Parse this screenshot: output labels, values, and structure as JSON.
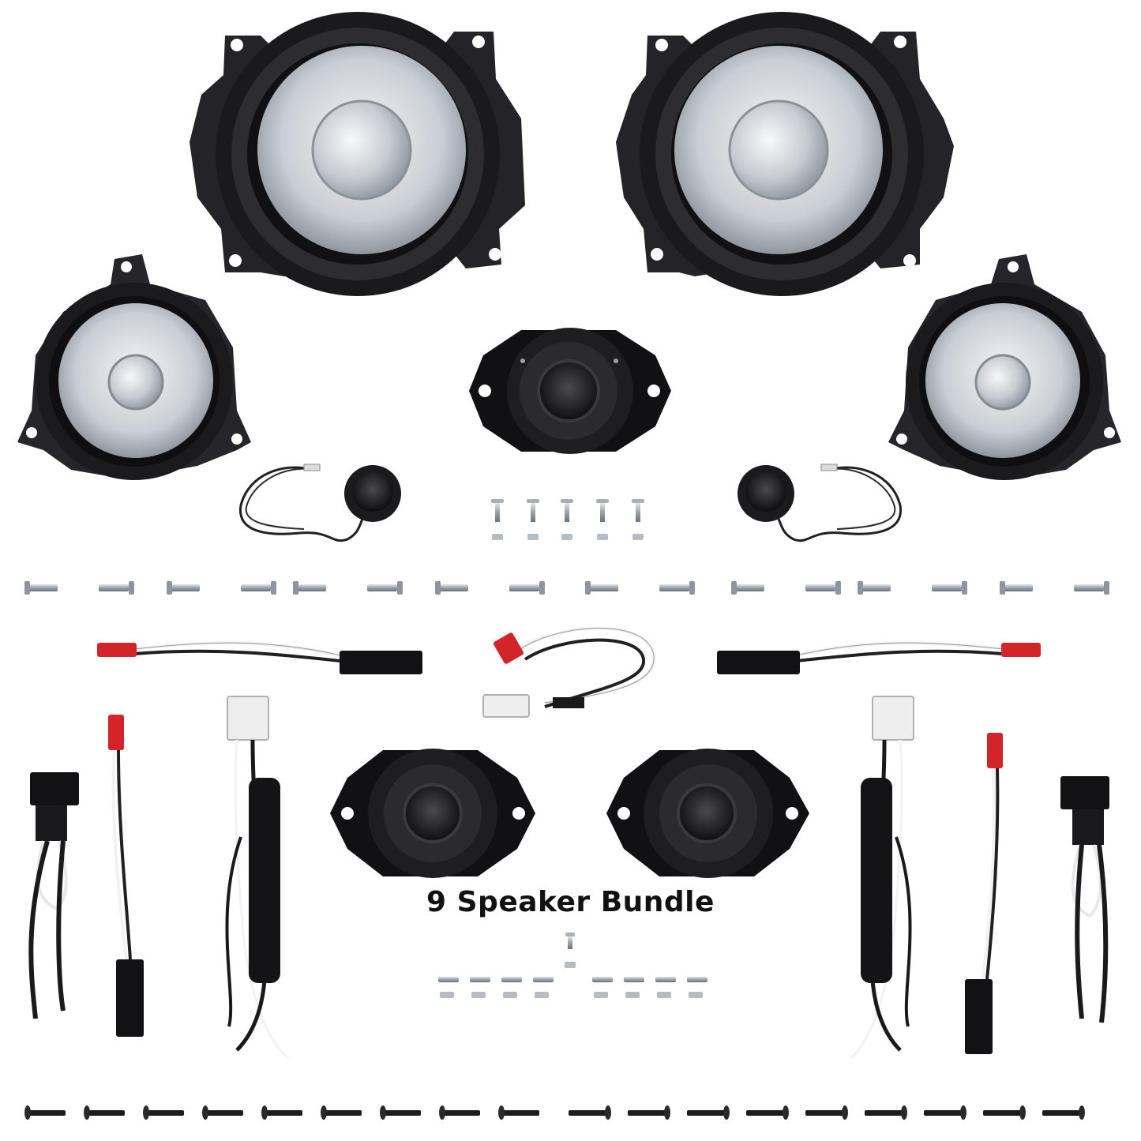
{
  "caption": "9 Speaker Bundle",
  "colors": {
    "rubber": "#1b1b1e",
    "frame": "#2a2a2e",
    "cone_light": "#d9dde2",
    "cone_dark": "#9ea5ad",
    "metal": "#b9bec4",
    "wire_red": "#d3242a",
    "wire_white": "#f2f2f2",
    "wire_black": "#202020"
  },
  "items": {
    "large_woofer_count": 2,
    "mid_woofer_count": 2,
    "plate_tweeter_count": 3,
    "dome_tweeter_count": 2,
    "harness_count": 9,
    "screw_rows": 2
  }
}
